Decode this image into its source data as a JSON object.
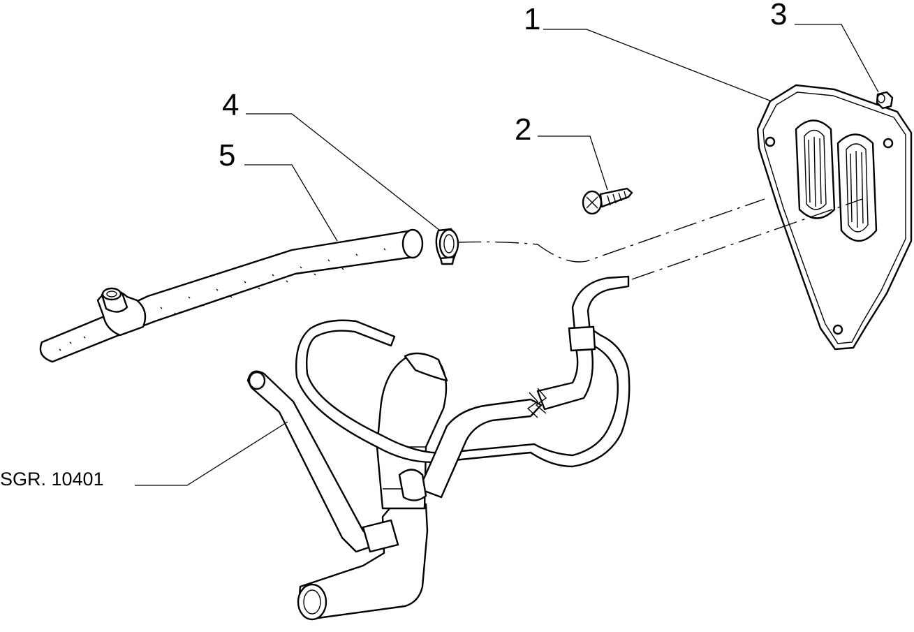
{
  "diagram": {
    "callouts": [
      {
        "id": "1",
        "label": "1"
      },
      {
        "id": "2",
        "label": "2"
      },
      {
        "id": "3",
        "label": "3"
      },
      {
        "id": "4",
        "label": "4"
      },
      {
        "id": "5",
        "label": "5"
      }
    ],
    "reference": {
      "label": "SGR. 10401"
    },
    "line_color": "#000000",
    "background_color": "#ffffff"
  }
}
